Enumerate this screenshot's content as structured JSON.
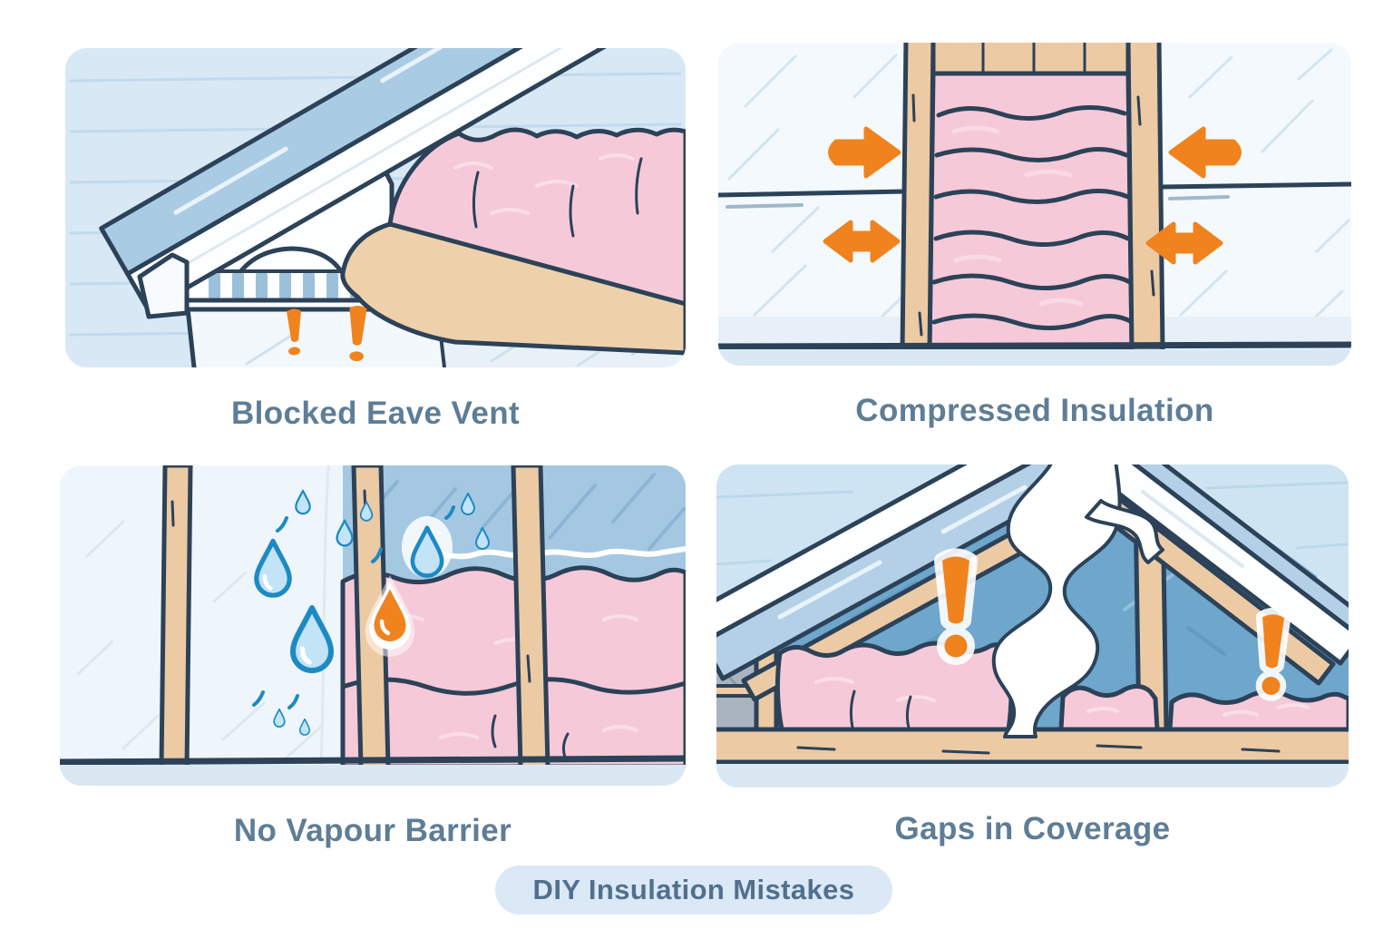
{
  "page": {
    "background": "#ffffff"
  },
  "badge": {
    "label": "DIY Insulation Mistakes"
  },
  "panels": {
    "blocked_eave_vent": {
      "caption": "Blocked Eave Vent"
    },
    "compressed_insulation": {
      "caption": "Compressed Insulation"
    },
    "no_vapour_barrier": {
      "caption": "No Vapour Barrier"
    },
    "gaps_in_coverage": {
      "caption": "Gaps in Coverage"
    }
  },
  "icons": {
    "alert": "exclamation-icon",
    "compression_arrow": "arrow-icon",
    "water_drop": "water-drop-icon",
    "moisture_alert": "orange-drop-icon",
    "air_draft": "draft-squiggle-icon"
  },
  "colors": {
    "caption_text": "#5e7d96",
    "badge_bg": "#dbe9f6",
    "badge_text": "#51708d",
    "outline_navy": "#2c4258",
    "insulation_pink": "#f6c9d8",
    "insulation_pink_shadow": "#eaaec6",
    "kraft_paper_tan": "#eed1ab",
    "wood_stud_tan": "#eccaa4",
    "alert_orange": "#f0831e",
    "roof_blue": "#a9cbe4",
    "siding_sky_blue": "#d8e8f5",
    "attic_interior_blue": "#6ea6cc",
    "water_drop_fill": "#c2e4f6",
    "water_drop_outline": "#1e8ac4",
    "floor_blue": "#d9e8f3",
    "vent_slat_blue": "#9cc0da",
    "gable_window_gray": "#a9b4c0"
  }
}
